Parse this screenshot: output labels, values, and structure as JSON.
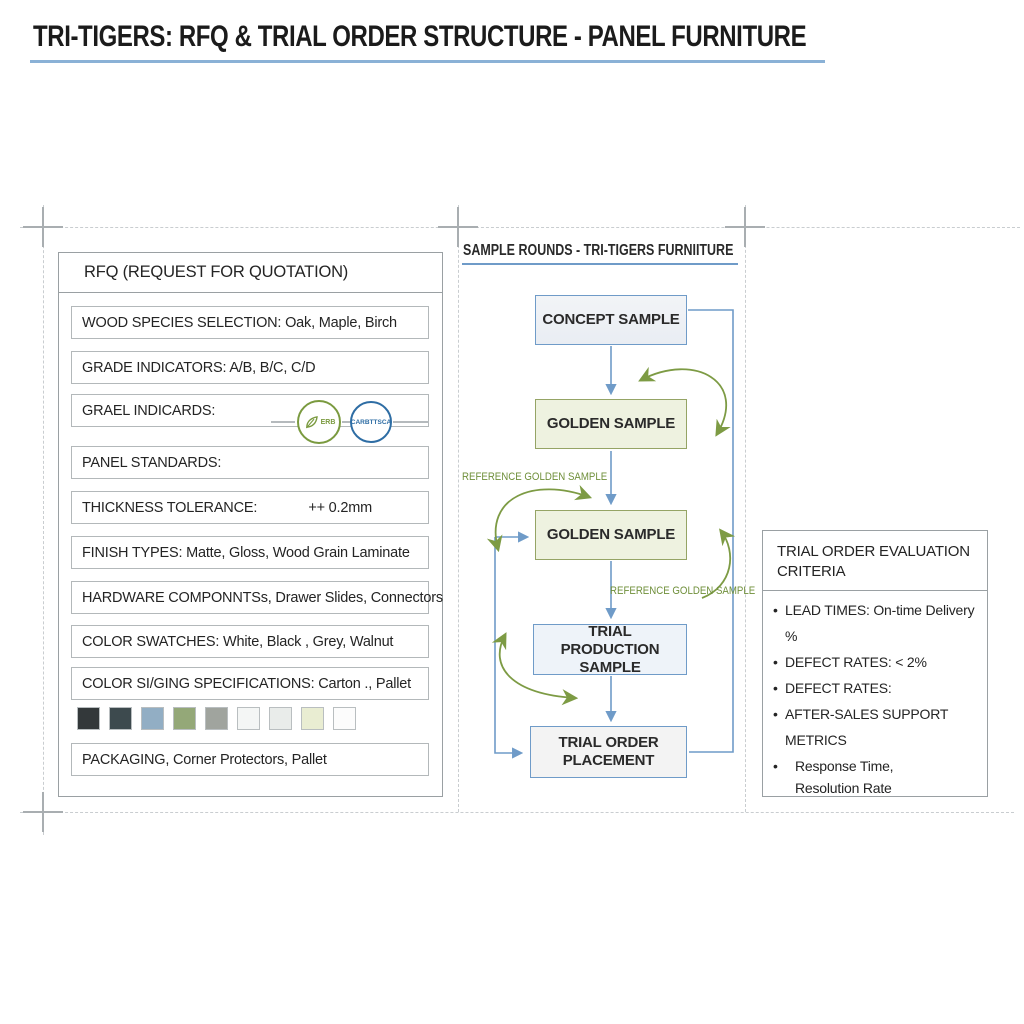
{
  "title": "TRI-TIGERS: RFQ & TRIAL ORDER STRUCTURE - PANEL FURNITURE",
  "rfq_panel": {
    "header": "RFQ (REQUEST FOR QUOTATION)",
    "items": {
      "wood_species": "WOOD SPECIES SELECTION: Oak, Maple, Birch",
      "grade_indicators": "GRADE INDICATORS: A/B, B/C, C/D",
      "grael_indicards": "GRAEL INDICARDS:",
      "panel_standards": "PANEL STANDARDS:",
      "thickness_label": "THICKNESS TOLERANCE:",
      "thickness_value": "++ 0.2mm",
      "finish_types": "FINISH TYPES: Matte, Gloss, Wood Grain Laminate",
      "hardware": "HARDWARE COMPONNTSs, Drawer Slides, Connectors",
      "color_swatches": "COLOR SWATCHES: White, Black , Grey, Walnut",
      "color_specs": "COLOR SI/GING SPECIFICATIONS: Carton ., Pallet",
      "packaging": "PACKAGING, Corner Protectors, Pallet"
    },
    "badges": {
      "leaf": "ERB",
      "carb": "CARBTTSCA"
    },
    "swatch_colors": [
      "#33383a",
      "#3d4a4e",
      "#92aec4",
      "#94a878",
      "#a0a49e",
      "#f4f6f5",
      "#e9ecea",
      "#e9edd2",
      "#fcfcfc"
    ]
  },
  "flow_panel": {
    "header": "SAMPLE ROUNDS - TRI-TIGERS FURNIITURE",
    "nodes": [
      {
        "label": "CONCEPT SAMPLE"
      },
      {
        "label": "GOLDEN SAMPLE"
      },
      {
        "label": "GOLDEN SAMPLE"
      },
      {
        "label": "TRIAL PRODUCTION SAMPLE"
      },
      {
        "label": "TRIAL ORDER PLACEMENT"
      }
    ],
    "annotations": {
      "ref1": "REFERENCE GOLDEN SAMPLE",
      "ref2": "REFERENCE GOLDEN SAMPLE"
    }
  },
  "criteria_panel": {
    "header": "TRIAL ORDER EVALUATION CRITERIA",
    "bullets": [
      "LEAD TIMES: On-time Delivery %",
      "DEFECT RATES: < 2%",
      "DEFECT RATES:",
      "AFTER-SALES SUPPORT METRICS",
      "Response Time,\nResolution Rate"
    ]
  },
  "colors": {
    "accent_blue": "#6f9bc8",
    "accent_green": "#7d9b44",
    "underline_blue": "#8ab1d6",
    "leaf_badge_green": "#7a9a3f",
    "carb_badge_blue": "#2e6da4"
  }
}
